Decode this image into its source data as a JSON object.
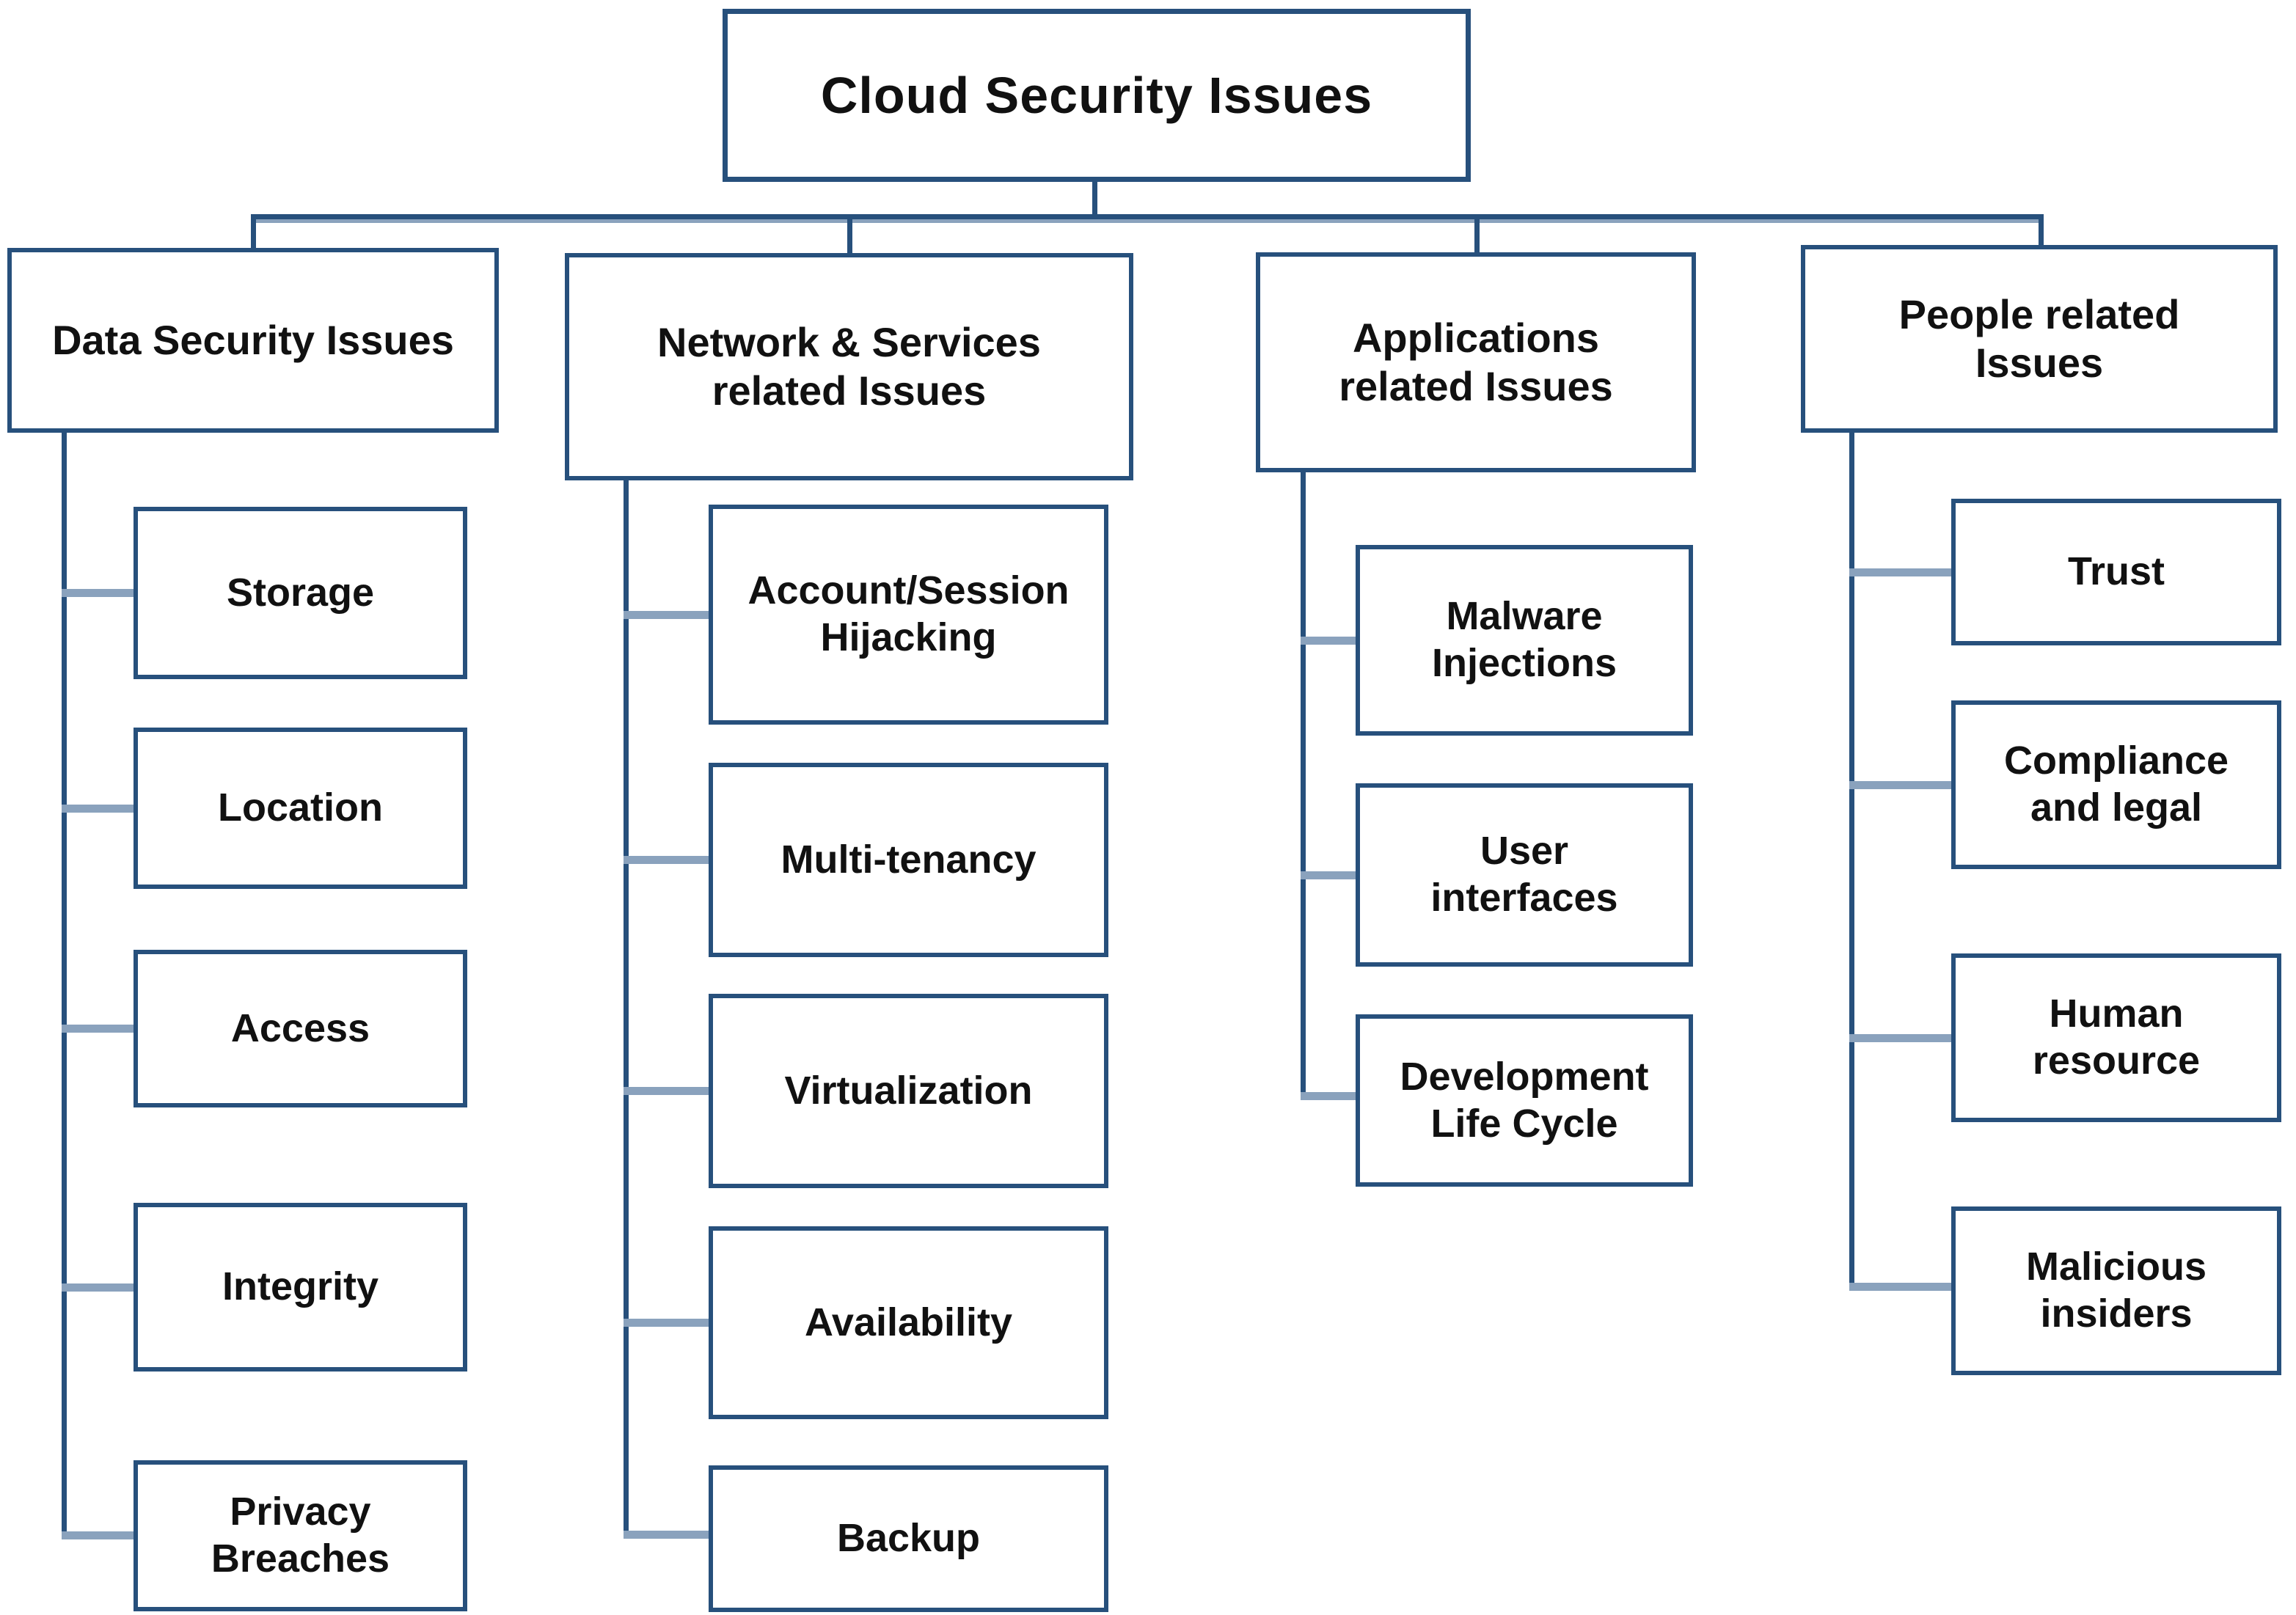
{
  "diagram": {
    "title": "Cloud Security Issues",
    "columns": [
      {
        "label": "Data Security Issues",
        "children": [
          "Storage",
          "Location",
          "Access",
          "Integrity",
          "Privacy\nBreaches"
        ]
      },
      {
        "label": "Network & Services\nrelated Issues",
        "children": [
          "Account/Session\nHijacking",
          "Multi-tenancy",
          "Virtualization",
          "Availability",
          "Backup"
        ]
      },
      {
        "label": "Applications\nrelated Issues",
        "children": [
          "Malware\nInjections",
          "User\ninterfaces",
          "Development\nLife Cycle"
        ]
      },
      {
        "label": "People related\nIssues",
        "children": [
          "Trust",
          "Compliance\nand legal",
          "Human\nresource",
          "Malicious\ninsiders"
        ]
      }
    ],
    "colors": {
      "border": "#27507c",
      "connector_light": "#8aa2bd",
      "text": "#111111",
      "background": "#ffffff"
    }
  }
}
